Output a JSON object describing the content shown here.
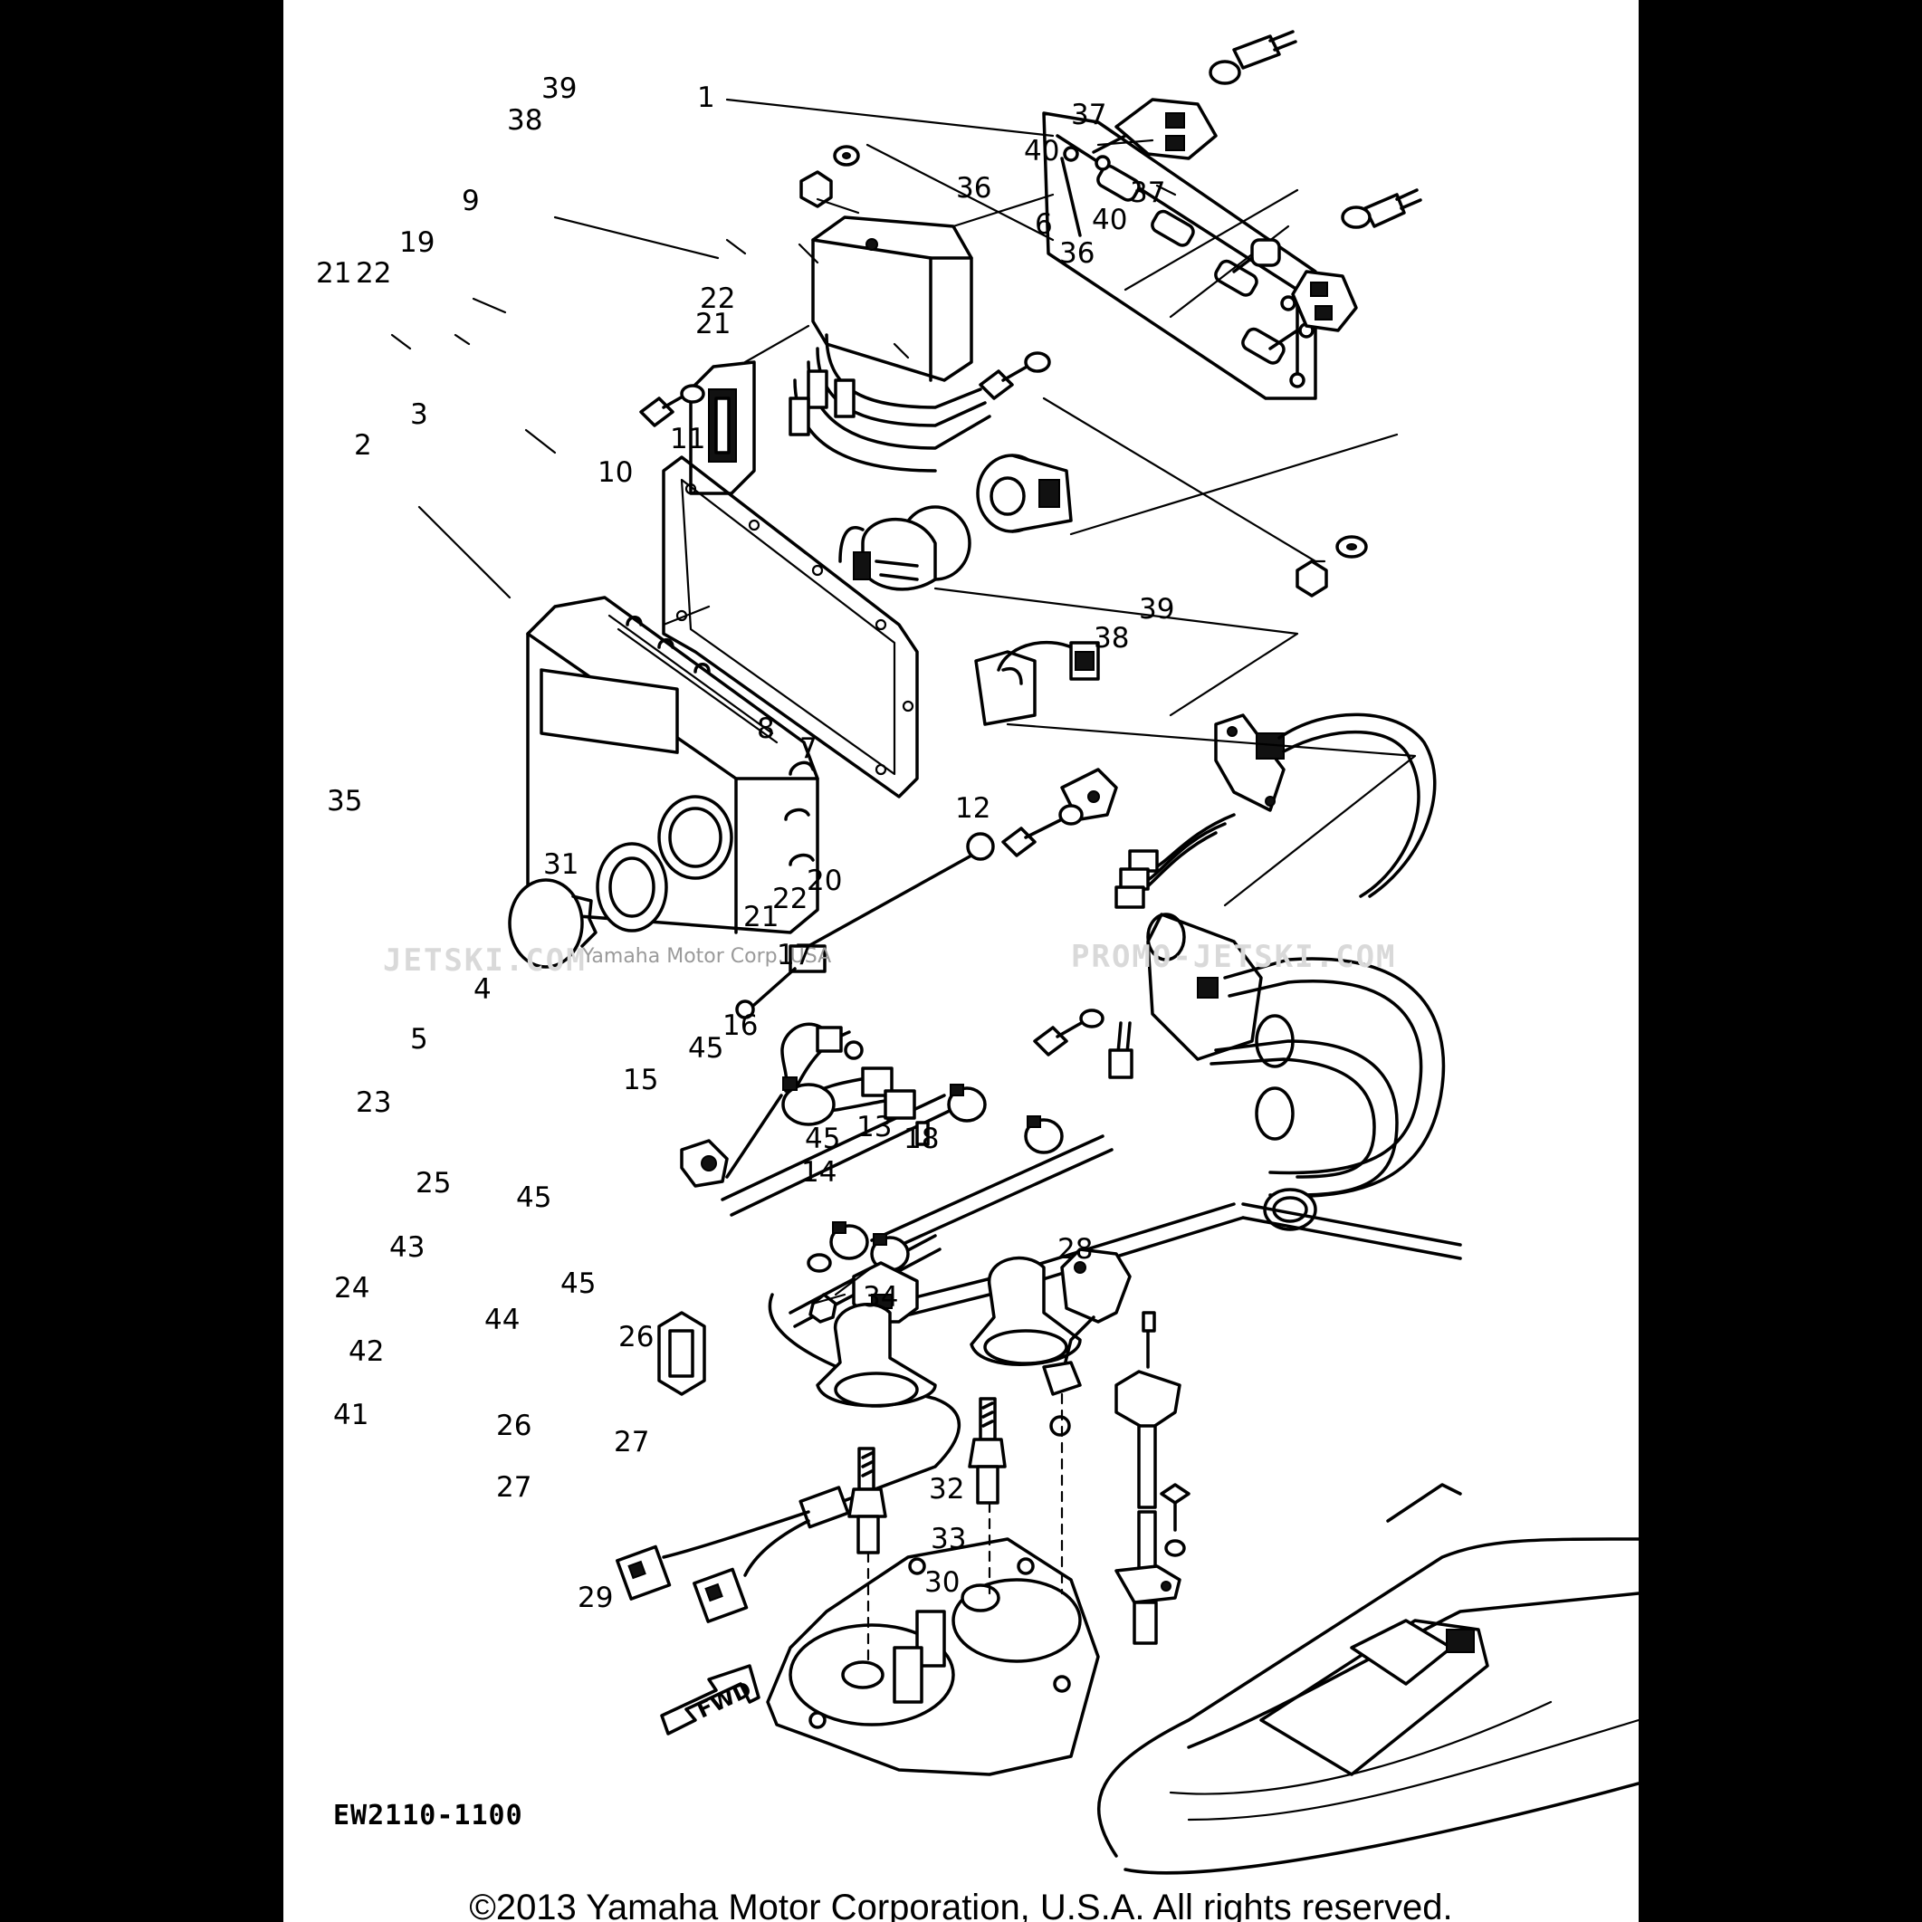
{
  "diagram": {
    "code": "EW2110-1100",
    "copyright": "©2013 Yamaha Motor Corporation, U.S.A. All rights reserved.",
    "watermark_left": "JETSKI.COM",
    "watermark_center": "Yamaha Motor Corp. USA",
    "watermark_right": "PROMO-JETSKI.COM",
    "fwd_label": "FWD",
    "callouts": {
      "c1": "1",
      "c2": "2",
      "c3": "3",
      "c4": "4",
      "c5": "5",
      "c6": "6",
      "c7": "7",
      "c8": "8",
      "c9": "9",
      "c10": "10",
      "c11": "11",
      "c12": "12",
      "c13": "13",
      "c14": "14",
      "c15": "15",
      "c16": "16",
      "c17": "17",
      "c18": "18",
      "c19": "19",
      "c20": "20",
      "c21a": "21",
      "c21b": "21",
      "c21c": "21",
      "c22a": "22",
      "c22b": "22",
      "c22c": "22",
      "c23": "23",
      "c24": "24",
      "c25": "25",
      "c26a": "26",
      "c26b": "26",
      "c27a": "27",
      "c27b": "27",
      "c28": "28",
      "c29": "29",
      "c30": "30",
      "c31": "31",
      "c32": "32",
      "c33": "33",
      "c34": "34",
      "c35": "35",
      "c36a": "36",
      "c36b": "36",
      "c37a": "37",
      "c37b": "37",
      "c38a": "38",
      "c38b": "38",
      "c39a": "39",
      "c39b": "39",
      "c40a": "40",
      "c40b": "40",
      "c41": "41",
      "c42": "42",
      "c43": "43",
      "c44": "44",
      "c45a": "45",
      "c45b": "45",
      "c45c": "45",
      "c45d": "45"
    }
  }
}
